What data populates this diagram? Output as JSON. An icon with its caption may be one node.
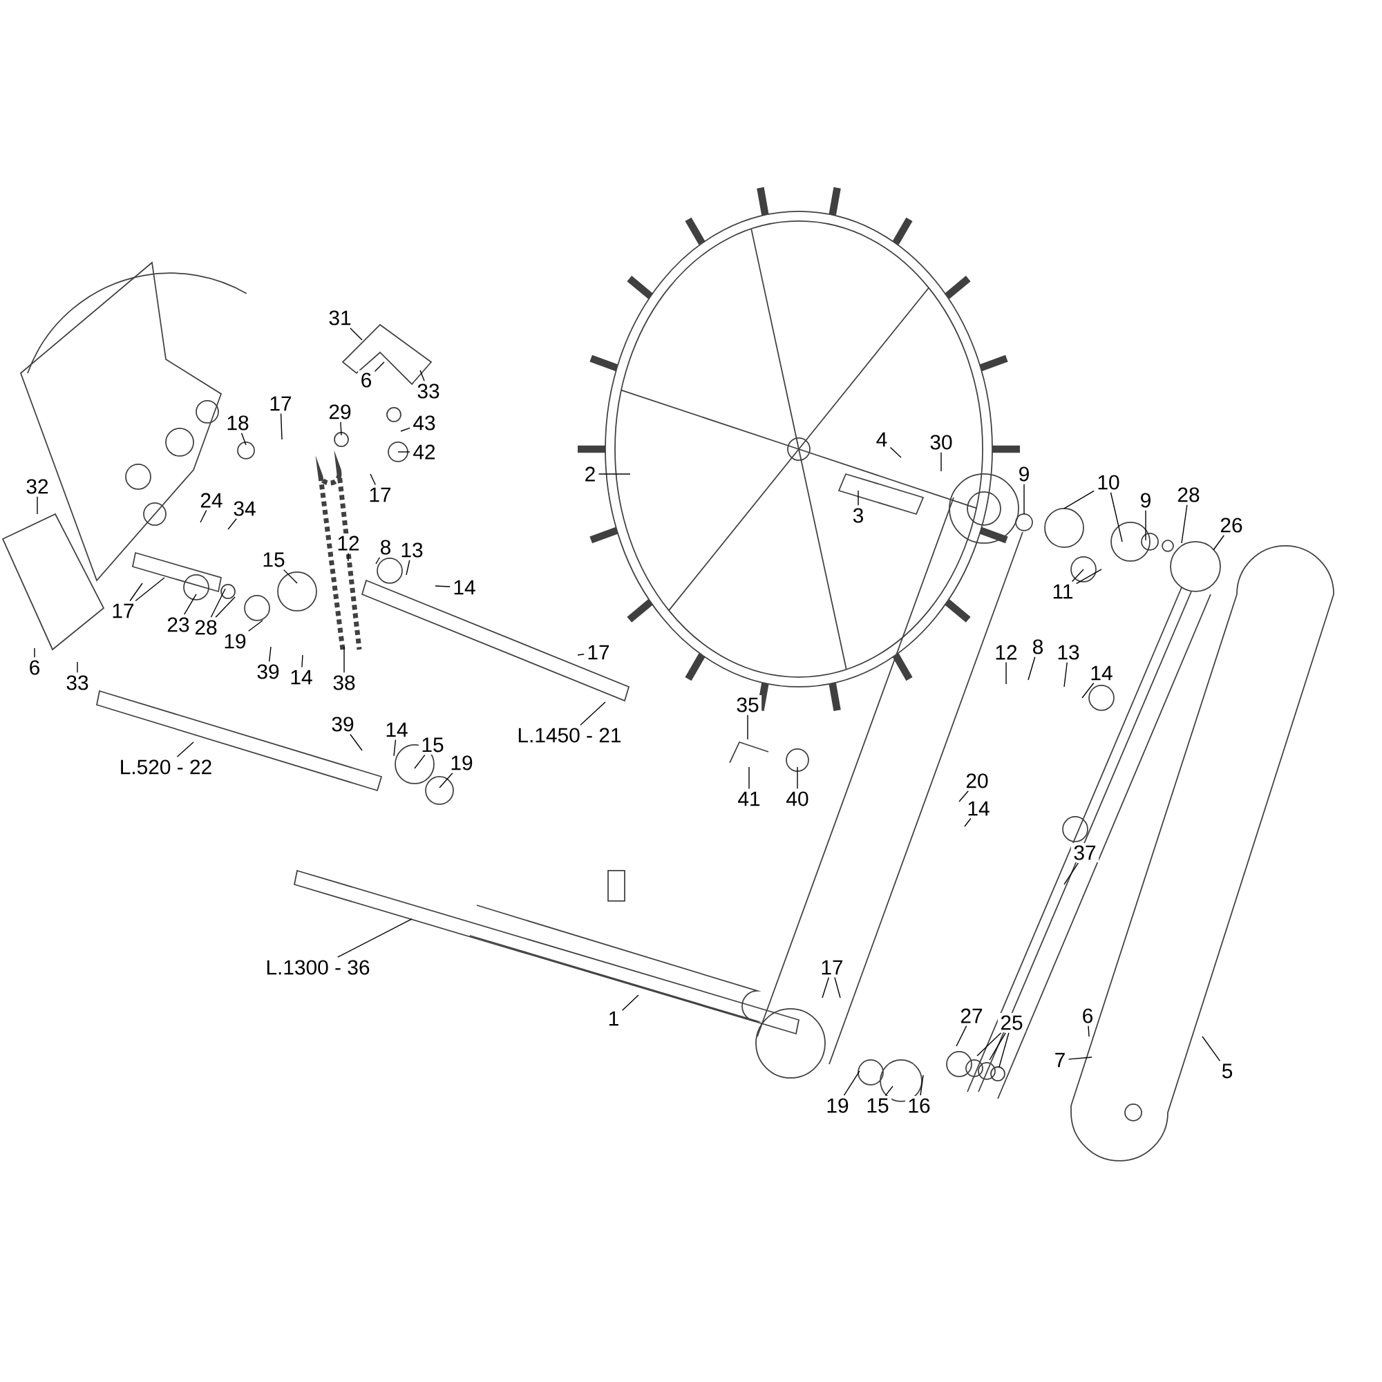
{
  "diagram": {
    "nodes": [
      {
        "text": [
          "31"
        ]
      },
      {
        "text": [
          "6"
        ]
      },
      {
        "text": [
          "33"
        ]
      },
      {
        "text": [
          "17"
        ]
      },
      {
        "text": [
          "29"
        ]
      },
      {
        "text": [
          "43"
        ]
      },
      {
        "text": [
          "42"
        ]
      },
      {
        "text": [
          "17"
        ]
      },
      {
        "text": [
          "18"
        ]
      },
      {
        "text": [
          "32"
        ]
      },
      {
        "text": [
          "12"
        ]
      },
      {
        "text": [
          "8"
        ]
      },
      {
        "text": [
          "13"
        ]
      },
      {
        "text": [
          "14"
        ]
      },
      {
        "text": [
          "24"
        ]
      },
      {
        "text": [
          "34"
        ]
      },
      {
        "text": [
          "15"
        ]
      },
      {
        "text": [
          "17"
        ]
      },
      {
        "text": [
          "23"
        ]
      },
      {
        "text": [
          "28"
        ]
      },
      {
        "text": [
          "19"
        ]
      },
      {
        "text": [
          "39"
        ]
      },
      {
        "text": [
          "14"
        ]
      },
      {
        "text": [
          "38"
        ]
      },
      {
        "text": [
          "17"
        ]
      },
      {
        "text": [
          "L.1450 - 21"
        ]
      },
      {
        "text": [
          "L.520 - 22"
        ]
      },
      {
        "text": [
          "6"
        ]
      },
      {
        "text": [
          "33"
        ]
      },
      {
        "text": [
          "39"
        ]
      },
      {
        "text": [
          "14"
        ]
      },
      {
        "text": [
          "15"
        ]
      },
      {
        "text": [
          "19"
        ]
      },
      {
        "text": [
          "2"
        ]
      },
      {
        "text": [
          "4"
        ]
      },
      {
        "text": [
          "30"
        ]
      },
      {
        "text": [
          "3"
        ]
      },
      {
        "text": [
          "9"
        ]
      },
      {
        "text": [
          "10"
        ]
      },
      {
        "text": [
          "9"
        ]
      },
      {
        "text": [
          "28"
        ]
      },
      {
        "text": [
          "26"
        ]
      },
      {
        "text": [
          "11"
        ]
      },
      {
        "text": [
          "12"
        ]
      },
      {
        "text": [
          "8"
        ]
      },
      {
        "text": [
          "13"
        ]
      },
      {
        "text": [
          "14"
        ]
      },
      {
        "text": [
          "35"
        ]
      },
      {
        "text": [
          "41"
        ]
      },
      {
        "text": [
          "40"
        ]
      },
      {
        "text": [
          "20"
        ]
      },
      {
        "text": [
          "14"
        ]
      },
      {
        "text": [
          "37"
        ]
      },
      {
        "text": [
          "L.1300 - 36"
        ]
      },
      {
        "text": [
          "1"
        ]
      },
      {
        "text": [
          "17"
        ]
      },
      {
        "text": [
          "19"
        ]
      },
      {
        "text": [
          "15"
        ]
      },
      {
        "text": [
          "16"
        ]
      },
      {
        "text": [
          "27"
        ]
      },
      {
        "text": [
          "25"
        ]
      },
      {
        "text": [
          "6"
        ]
      },
      {
        "text": [
          "7"
        ]
      },
      {
        "text": [
          "5"
        ]
      }
    ],
    "edges": [
      {
        "from": 0,
        "to": null,
        "arrow": "none"
      },
      {
        "from": 1,
        "to": null,
        "arrow": "none"
      },
      {
        "from": 2,
        "to": null,
        "arrow": "none"
      },
      {
        "from": 3,
        "to": null,
        "arrow": "none"
      },
      {
        "from": 4,
        "to": null,
        "arrow": "none"
      },
      {
        "from": 5,
        "to": null,
        "arrow": "none"
      },
      {
        "from": 6,
        "to": null,
        "arrow": "none"
      },
      {
        "from": 7,
        "to": null,
        "arrow": "none"
      },
      {
        "from": 8,
        "to": null,
        "arrow": "none"
      },
      {
        "from": 9,
        "to": null,
        "arrow": "none"
      },
      {
        "from": 10,
        "to": null,
        "arrow": "none"
      },
      {
        "from": 11,
        "to": null,
        "arrow": "none"
      },
      {
        "from": 12,
        "to": null,
        "arrow": "none"
      },
      {
        "from": 13,
        "to": null,
        "arrow": "none"
      },
      {
        "from": 14,
        "to": null,
        "arrow": "none"
      },
      {
        "from": 15,
        "to": null,
        "arrow": "none"
      },
      {
        "from": 16,
        "to": null,
        "arrow": "none"
      },
      {
        "from": 17,
        "to": null,
        "arrow": "none"
      },
      {
        "from": 17,
        "to": null,
        "arrow": "none"
      },
      {
        "from": 18,
        "to": null,
        "arrow": "none"
      },
      {
        "from": 19,
        "to": null,
        "arrow": "none"
      },
      {
        "from": 19,
        "to": null,
        "arrow": "none"
      },
      {
        "from": 20,
        "to": null,
        "arrow": "none"
      },
      {
        "from": 21,
        "to": null,
        "arrow": "none"
      },
      {
        "from": 22,
        "to": null,
        "arrow": "none"
      },
      {
        "from": 23,
        "to": null,
        "arrow": "none"
      },
      {
        "from": 24,
        "to": null,
        "arrow": "none"
      },
      {
        "from": 25,
        "to": null,
        "arrow": "none"
      },
      {
        "from": 26,
        "to": null,
        "arrow": "none"
      },
      {
        "from": 27,
        "to": null,
        "arrow": "none"
      },
      {
        "from": 28,
        "to": null,
        "arrow": "none"
      },
      {
        "from": 29,
        "to": null,
        "arrow": "none"
      },
      {
        "from": 30,
        "to": null,
        "arrow": "none"
      },
      {
        "from": 31,
        "to": null,
        "arrow": "none"
      },
      {
        "from": 32,
        "to": null,
        "arrow": "none"
      },
      {
        "from": 33,
        "to": null,
        "arrow": "none"
      },
      {
        "from": 34,
        "to": null,
        "arrow": "none"
      },
      {
        "from": 35,
        "to": null,
        "arrow": "none"
      },
      {
        "from": 36,
        "to": null,
        "arrow": "none"
      },
      {
        "from": 37,
        "to": null,
        "arrow": "none"
      },
      {
        "from": 38,
        "to": null,
        "arrow": "none"
      },
      {
        "from": 38,
        "to": null,
        "arrow": "none"
      },
      {
        "from": 39,
        "to": null,
        "arrow": "none"
      },
      {
        "from": 40,
        "to": null,
        "arrow": "none"
      },
      {
        "from": 41,
        "to": null,
        "arrow": "none"
      },
      {
        "from": 42,
        "to": null,
        "arrow": "none"
      },
      {
        "from": 42,
        "to": null,
        "arrow": "none"
      },
      {
        "from": 43,
        "to": null,
        "arrow": "none"
      },
      {
        "from": 44,
        "to": null,
        "arrow": "none"
      },
      {
        "from": 45,
        "to": null,
        "arrow": "none"
      },
      {
        "from": 46,
        "to": null,
        "arrow": "none"
      },
      {
        "from": 47,
        "to": null,
        "arrow": "none"
      },
      {
        "from": 48,
        "to": null,
        "arrow": "none"
      },
      {
        "from": 49,
        "to": null,
        "arrow": "none"
      },
      {
        "from": 50,
        "to": null,
        "arrow": "none"
      },
      {
        "from": 51,
        "to": null,
        "arrow": "none"
      },
      {
        "from": 52,
        "to": null,
        "arrow": "none"
      },
      {
        "from": 53,
        "to": null,
        "arrow": "none"
      },
      {
        "from": 54,
        "to": null,
        "arrow": "none"
      },
      {
        "from": 55,
        "to": null,
        "arrow": "none"
      },
      {
        "from": 55,
        "to": null,
        "arrow": "none"
      },
      {
        "from": 56,
        "to": null,
        "arrow": "none"
      },
      {
        "from": 57,
        "to": null,
        "arrow": "none"
      },
      {
        "from": 58,
        "to": null,
        "arrow": "none"
      },
      {
        "from": 59,
        "to": null,
        "arrow": "none"
      },
      {
        "from": 60,
        "to": null,
        "arrow": "none"
      },
      {
        "from": 60,
        "to": null,
        "arrow": "none"
      },
      {
        "from": 60,
        "to": null,
        "arrow": "none"
      },
      {
        "from": 61,
        "to": null,
        "arrow": "none"
      },
      {
        "from": 62,
        "to": null,
        "arrow": "none"
      },
      {
        "from": 63,
        "to": null,
        "arrow": "none"
      }
    ]
  }
}
